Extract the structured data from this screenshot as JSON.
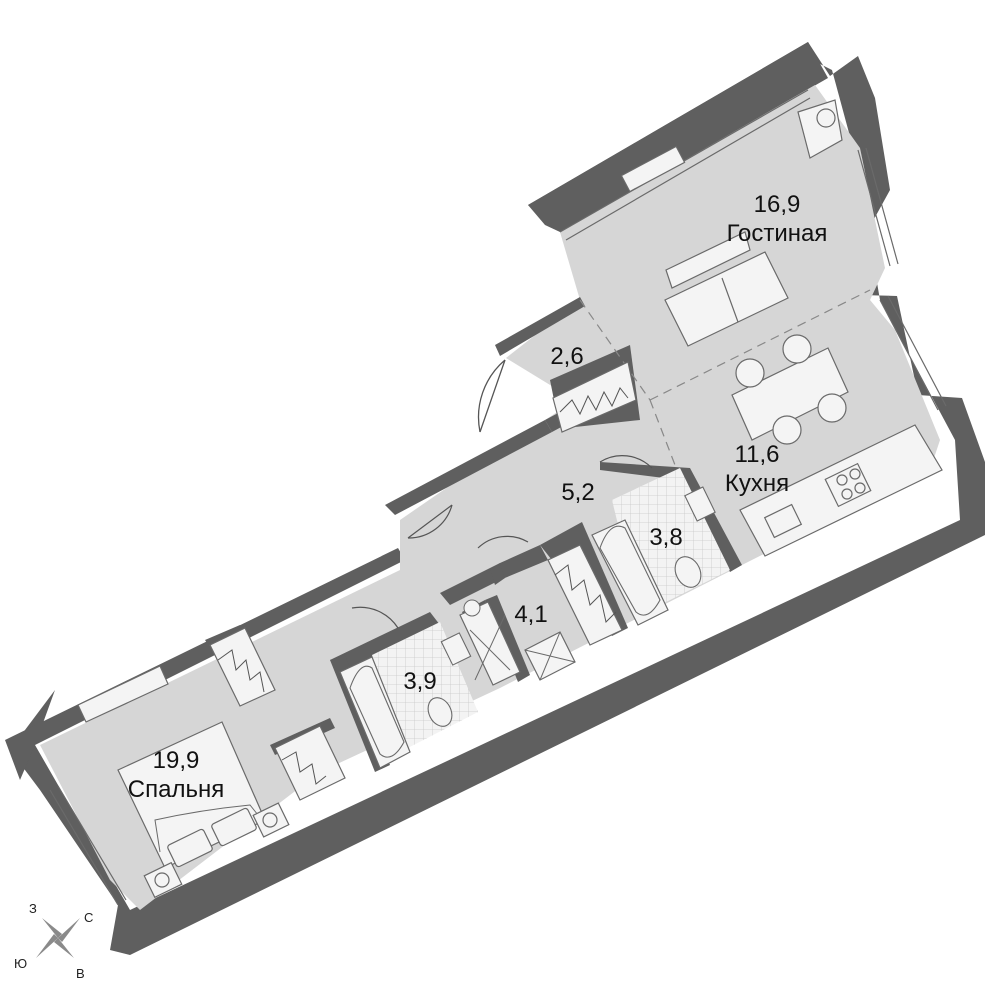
{
  "colors": {
    "wall": "#5f5f5f",
    "floor": "#d6d6d6",
    "furniture": "#f4f4f4",
    "outline": "#6a6a6a",
    "tile": "#ffffff",
    "text": "#111111"
  },
  "rooms": [
    {
      "id": "living",
      "area": "16,9",
      "name": "Гостиная"
    },
    {
      "id": "hall",
      "area": "2,6",
      "name": ""
    },
    {
      "id": "corridor",
      "area": "5,2",
      "name": ""
    },
    {
      "id": "kitchen",
      "area": "11,6",
      "name": "Кухня"
    },
    {
      "id": "bath-right",
      "area": "3,8",
      "name": ""
    },
    {
      "id": "utility",
      "area": "4,1",
      "name": ""
    },
    {
      "id": "bath-left",
      "area": "3,9",
      "name": ""
    },
    {
      "id": "bedroom",
      "area": "19,9",
      "name": "Спальня"
    }
  ],
  "compass": {
    "north": "С",
    "south": "Ю",
    "west": "З",
    "east": "В",
    "icon": "compass-rose-icon"
  }
}
